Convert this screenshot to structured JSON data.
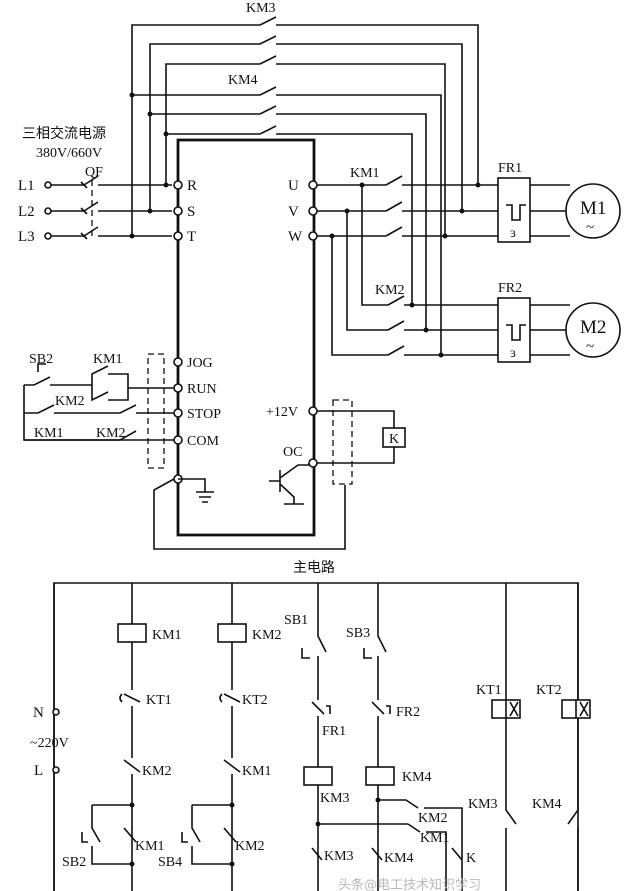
{
  "top": {
    "source_title": "三相交流电源",
    "source_voltage": "380V/660V",
    "breaker": "QF",
    "phases": [
      "L1",
      "L2",
      "L3"
    ],
    "inverter_inputs": [
      "R",
      "S",
      "T"
    ],
    "inverter_outputs": [
      "U",
      "V",
      "W"
    ],
    "contactors": {
      "km1": "KM1",
      "km2": "KM2",
      "km3": "KM3",
      "km4": "KM4"
    },
    "overloads": {
      "fr1": "FR1",
      "fr2": "FR2"
    },
    "motors": {
      "m1": "M1",
      "m2": "M2",
      "tilde": "~"
    },
    "control_terminals": [
      "JOG",
      "RUN",
      "STOP",
      "COM"
    ],
    "buttons": {
      "sb2": "SB2"
    },
    "ctrl_labels": {
      "km1_a": "KM1",
      "km2_a": "KM2",
      "km1_b": "KM1",
      "km2_b": "KM2"
    },
    "plus12v": "+12V",
    "oc": "OC",
    "relay": "K",
    "fr_symbol": "ɜ"
  },
  "bottom": {
    "title": "主电路",
    "n": "N",
    "l": "L",
    "voltage": "~220V",
    "coils": {
      "km1": "KM1",
      "km2": "KM2",
      "km3": "KM3",
      "km4": "KM4",
      "kt1": "KT1",
      "kt2": "KT2"
    },
    "timers": {
      "kt1": "KT1",
      "kt2": "KT2"
    },
    "interlocks": {
      "km2": "KM2",
      "km1": "KM1"
    },
    "buttons": {
      "sb1": "SB1",
      "sb3": "SB3",
      "sb2": "SB2",
      "sb4": "SB4"
    },
    "fr": {
      "fr1": "FR1",
      "fr2": "FR2"
    },
    "contacts": {
      "km1_hold": "KM1",
      "km2_hold": "KM2",
      "km3_mid": "KM3",
      "km4_mid": "KM4",
      "km2_nc": "KM2",
      "km1_nc": "KM1",
      "km3_bot": "KM3",
      "km4_bot": "KM4",
      "k": "K",
      "km3_right": "KM3",
      "km4_right": "KM4"
    },
    "watermark": "头条@电工技术知识学习"
  }
}
